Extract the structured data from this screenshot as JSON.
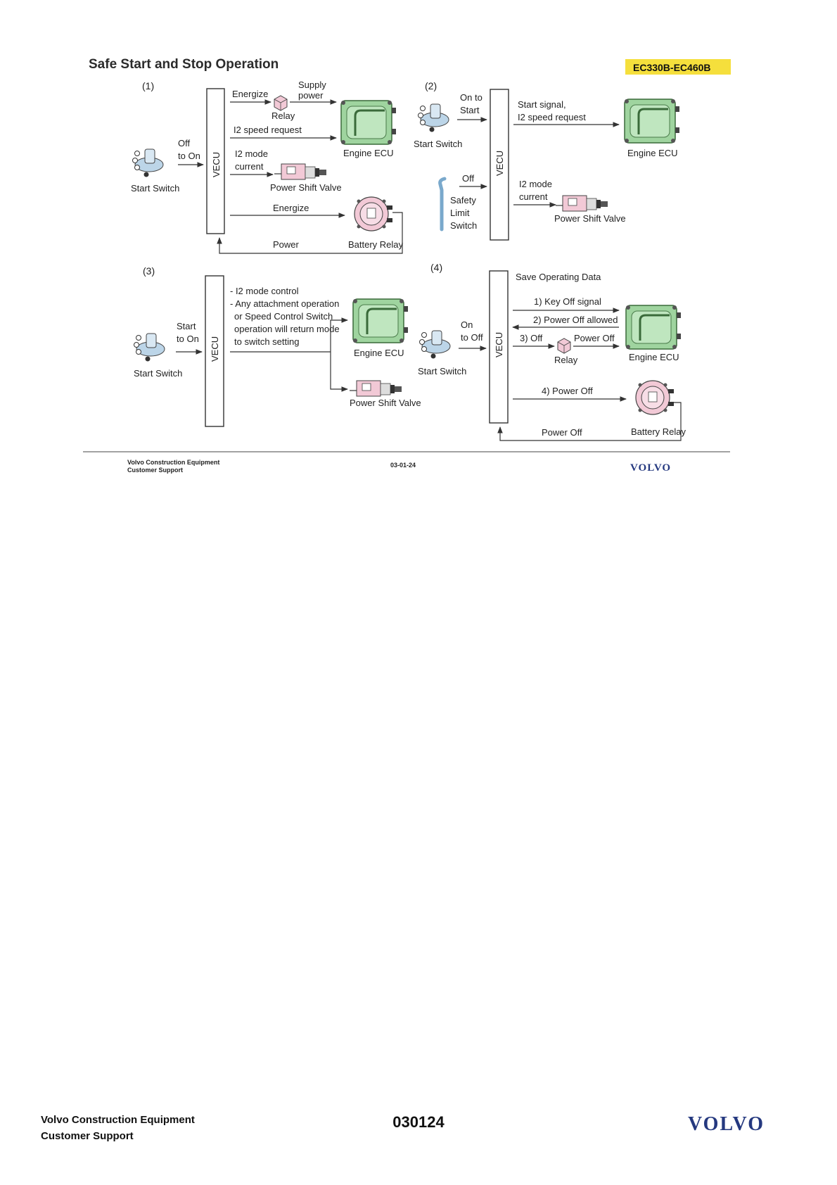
{
  "slide": {
    "title": "Safe Start and Stop Operation",
    "model_badge": "EC330B-EC460B",
    "footer_company_line1": "Volvo Construction Equipment",
    "footer_company_line2": "Customer Support",
    "footer_code": "03-01-24",
    "footer_logo": "VOLVO"
  },
  "diagram1": {
    "number": "(1)",
    "start_switch": "Start Switch",
    "off_to_on_1": "Off",
    "off_to_on_2": "to On",
    "vecu": "VECU",
    "energize": "Energize",
    "relay": "Relay",
    "supply_power_1": "Supply",
    "supply_power_2": "power",
    "speed_request": "I2 speed request",
    "engine_ecu": "Engine ECU",
    "mode_current_1": "I2 mode",
    "mode_current_2": "current",
    "power_shift_valve": "Power Shift Valve",
    "energize2": "Energize",
    "battery_relay": "Battery Relay",
    "power": "Power"
  },
  "diagram2": {
    "number": "(2)",
    "start_switch": "Start Switch",
    "on_to_start_1": "On to",
    "on_to_start_2": "Start",
    "vecu": "VECU",
    "start_signal_1": "Start signal,",
    "start_signal_2": "I2 speed request",
    "engine_ecu": "Engine ECU",
    "off": "Off",
    "safety_1": "Safety",
    "safety_2": "Limit",
    "safety_3": "Switch",
    "mode_current_1": "I2 mode",
    "mode_current_2": "current",
    "power_shift_valve": "Power Shift Valve"
  },
  "diagram3": {
    "number": "(3)",
    "start_switch": "Start Switch",
    "start_to_on_1": "Start",
    "start_to_on_2": "to On",
    "vecu": "VECU",
    "note_1": "- I2 mode control",
    "note_2": "- Any attachment operation",
    "note_3": "or Speed Control Switch",
    "note_4": "operation will return mode",
    "note_5": "to switch setting",
    "engine_ecu": "Engine ECU",
    "power_shift_valve": "Power Shift Valve"
  },
  "diagram4": {
    "number": "(4)",
    "start_switch": "Start Switch",
    "on_to_off_1": "On",
    "on_to_off_2": "to Off",
    "vecu": "VECU",
    "save_data": "Save Operating Data",
    "key_off": "1) Key Off signal",
    "power_off_allowed": "2) Power Off allowed",
    "step3_off": "3) Off",
    "relay": "Relay",
    "power_off_relay": "Power Off",
    "engine_ecu": "Engine ECU",
    "step4_power_off": "4) Power Off",
    "battery_relay": "Battery Relay",
    "power_off_return": "Power Off"
  },
  "page_footer": {
    "company_line1": "Volvo Construction Equipment",
    "company_line2": "Customer Support",
    "page_code": "030124",
    "logo": "VOLVO"
  }
}
